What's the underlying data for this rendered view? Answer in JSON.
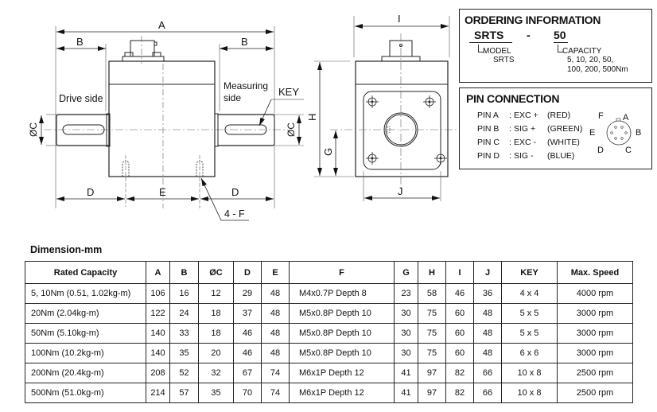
{
  "drawing": {
    "side_view": {
      "dim_labels": {
        "A": "A",
        "B_left": "B",
        "B_right": "B",
        "D_left": "D",
        "E": "E",
        "D_right": "D",
        "C_left": "ØC",
        "C_right": "ØC",
        "F": "4 - F",
        "key": "KEY"
      },
      "drive_side_label": "Drive side",
      "measuring_side_label_1": "Measuring",
      "measuring_side_label_2": "side"
    },
    "front_view": {
      "dim_labels": {
        "I": "I",
        "H": "H",
        "G": "G",
        "J": "J"
      }
    }
  },
  "ordering": {
    "title": "ORDERING INFORMATION",
    "model_code": "SRTS",
    "separator": "-",
    "capacity_code": "50",
    "model_label": "MODEL",
    "model_value": "SRTS",
    "capacity_label": "CAPACITY",
    "capacity_values_1": "5, 10, 20, 50,",
    "capacity_values_2": "100, 200, 500Nm"
  },
  "pin_connection": {
    "title": "PIN CONNECTION",
    "pins": [
      {
        "pin": "PIN A",
        "signal": "EXC +",
        "color": "(RED)"
      },
      {
        "pin": "PIN B",
        "signal": "SIG +",
        "color": "(GREEN)"
      },
      {
        "pin": "PIN C",
        "signal": "EXC -",
        "color": "(WHITE)"
      },
      {
        "pin": "PIN D",
        "signal": "SIG -",
        "color": "(BLUE)"
      }
    ],
    "connector_labels": {
      "A": "A",
      "B": "B",
      "C": "C",
      "D": "D",
      "E": "E",
      "F": "F"
    }
  },
  "dimensions": {
    "title": "Dimension-mm",
    "headers": [
      "Rated Capacity",
      "A",
      "B",
      "ØC",
      "D",
      "E",
      "F",
      "G",
      "H",
      "I",
      "J",
      "KEY",
      "Max. Speed"
    ],
    "rows": [
      [
        "5, 10Nm (0.51, 1.02kg-m)",
        "106",
        "16",
        "12",
        "29",
        "48",
        "M4x0.7P Depth 8",
        "23",
        "58",
        "46",
        "36",
        "4 x 4",
        "4000 rpm"
      ],
      [
        "20Nm (2.04kg-m)",
        "122",
        "24",
        "18",
        "37",
        "48",
        "M5x0.8P Depth 10",
        "30",
        "75",
        "60",
        "48",
        "5 x 5",
        "3000 rpm"
      ],
      [
        "50Nm (5.10kg-m)",
        "140",
        "33",
        "18",
        "46",
        "48",
        "M5x0.8P Depth 10",
        "30",
        "75",
        "60",
        "48",
        "5 x 5",
        "3000 rpm"
      ],
      [
        "100Nm (10.2kg-m)",
        "140",
        "35",
        "20",
        "46",
        "48",
        "M5x0.8P Depth 10",
        "30",
        "75",
        "60",
        "48",
        "6 x 6",
        "3000 rpm"
      ],
      [
        "200Nm (20.4kg-m)",
        "208",
        "52",
        "32",
        "67",
        "74",
        "M6x1P Depth 12",
        "41",
        "97",
        "82",
        "66",
        "10 x 8",
        "2500 rpm"
      ],
      [
        "500Nm (51.0kg-m)",
        "214",
        "57",
        "35",
        "70",
        "74",
        "M6x1P Depth 12",
        "41",
        "97",
        "82",
        "66",
        "10 x 8",
        "2500 rpm"
      ]
    ]
  }
}
